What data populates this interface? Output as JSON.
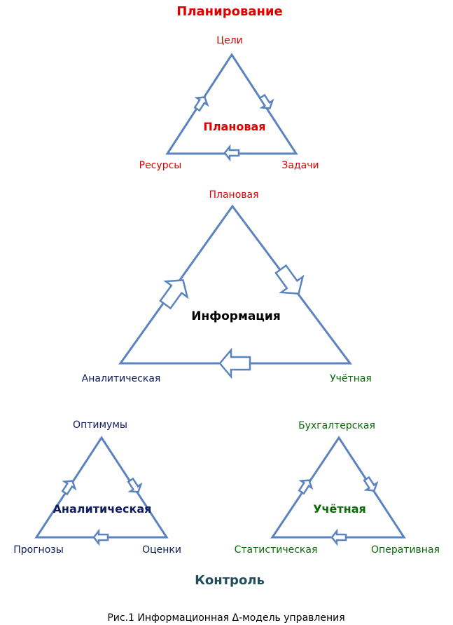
{
  "header": {
    "title": "Планирование",
    "title_color": "#e00000"
  },
  "triangle_line_color": "#5b84bf",
  "planning": {
    "top": "Цели",
    "left": "Ресурсы",
    "right": "Задачи",
    "center": "Плановая",
    "color": "#e00000"
  },
  "information": {
    "top": "Плановая",
    "left": "Аналитическая",
    "right": "Учётная",
    "center": "Информация",
    "top_color": "#e00000",
    "left_color": "#0d1d5e",
    "right_color": "#0b6b0b",
    "center_color": "#000000"
  },
  "analytic": {
    "top": "Оптимумы",
    "left": "Прогнозы",
    "right": "Оценки",
    "center": "Аналитическая",
    "color": "#0d1d5e"
  },
  "accounting": {
    "top": "Бухгалтерская",
    "left": "Статистическая",
    "right": "Оперативная",
    "center": "Учётная",
    "color": "#0b6b0b"
  },
  "footer": {
    "label": "Контроль",
    "label_color": "#1f4e5f"
  },
  "caption": "Рис.1 Информационная Δ-модель управления"
}
